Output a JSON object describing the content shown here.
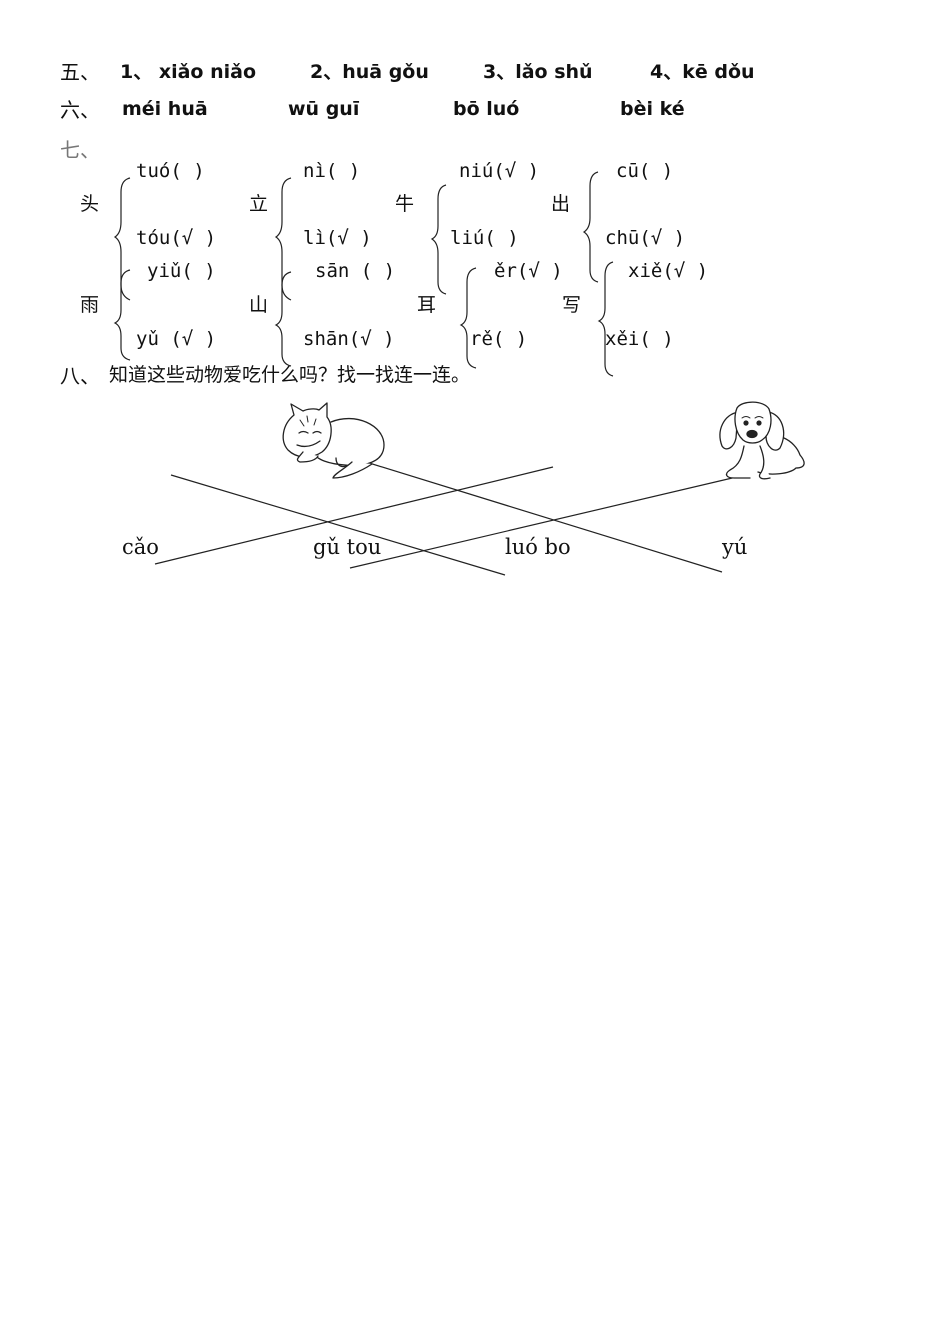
{
  "section5": {
    "label": "五、",
    "items": [
      "1、 xiǎo niǎo",
      "2、huā gǒu",
      "3、lǎo shǔ",
      "4、kē dǒu"
    ]
  },
  "section6": {
    "label": "六、",
    "items": [
      "méi huā",
      "wū guī",
      "bō luó",
      "bèi ké"
    ]
  },
  "section7": {
    "label": "七、",
    "groups": [
      {
        "char": "头",
        "options": [
          "tuó(  )",
          "tóu(√ )"
        ]
      },
      {
        "char": "立",
        "options": [
          "nì(   )",
          "lì(√ )"
        ]
      },
      {
        "char": "牛",
        "options": [
          "niú(√ )",
          "liú(   )"
        ]
      },
      {
        "char": "出",
        "options": [
          "cū(   )",
          "chū(√ )"
        ]
      },
      {
        "char": "雨",
        "options": [
          "yiǔ(   )",
          "yǔ (√  )"
        ]
      },
      {
        "char": "山",
        "options": [
          "sān (   )",
          "shān(√ )"
        ]
      },
      {
        "char": "耳",
        "options": [
          "ěr(√ )",
          "rě(   )"
        ]
      },
      {
        "char": "写",
        "options": [
          "xiě(√ )",
          "xěi(  )"
        ]
      }
    ]
  },
  "section8": {
    "label": "八、",
    "instruction": "知道这些动物爱吃什么吗？找一找连一连。",
    "animals": [
      {
        "icon": "cat-icon"
      },
      {
        "icon": "dog-icon"
      }
    ],
    "foods": [
      "cǎo",
      "gǔ tou",
      "luó bo",
      "yú"
    ]
  }
}
